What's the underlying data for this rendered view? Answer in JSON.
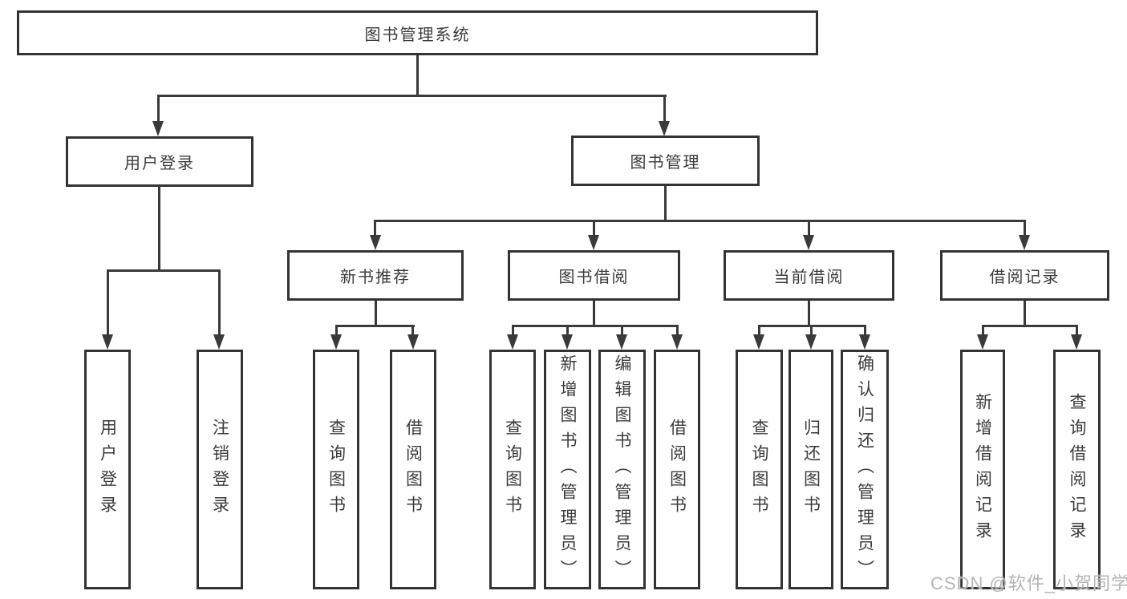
{
  "diagram_type": "function-structure-tree",
  "colors": {
    "background": "#ffffff",
    "box_border": "#333333",
    "text": "#3b3b3b",
    "connector_line": "#3a3a3a",
    "watermark": "#b5b5b5"
  },
  "tree": {
    "label": "图书管理系统",
    "children": [
      {
        "label": "用户登录",
        "children": [
          {
            "label": "用户登录"
          },
          {
            "label": "注销登录"
          }
        ]
      },
      {
        "label": "图书管理",
        "children": [
          {
            "label": "新书推荐",
            "children": [
              {
                "label": "查询图书"
              },
              {
                "label": "借阅图书"
              }
            ]
          },
          {
            "label": "图书借阅",
            "children": [
              {
                "label": "查询图书"
              },
              {
                "label": "新增图书（管理员）"
              },
              {
                "label": "编辑图书（管理员）"
              },
              {
                "label": "借阅图书"
              }
            ]
          },
          {
            "label": "当前借阅",
            "children": [
              {
                "label": "查询图书"
              },
              {
                "label": "归还图书"
              },
              {
                "label": "确认归还（管理员）"
              }
            ]
          },
          {
            "label": "借阅记录",
            "children": [
              {
                "label": "新增借阅记录"
              },
              {
                "label": "查询借阅记录"
              }
            ]
          }
        ]
      }
    ]
  },
  "watermark": {
    "text": "CSDN @软件_小贺同学"
  }
}
